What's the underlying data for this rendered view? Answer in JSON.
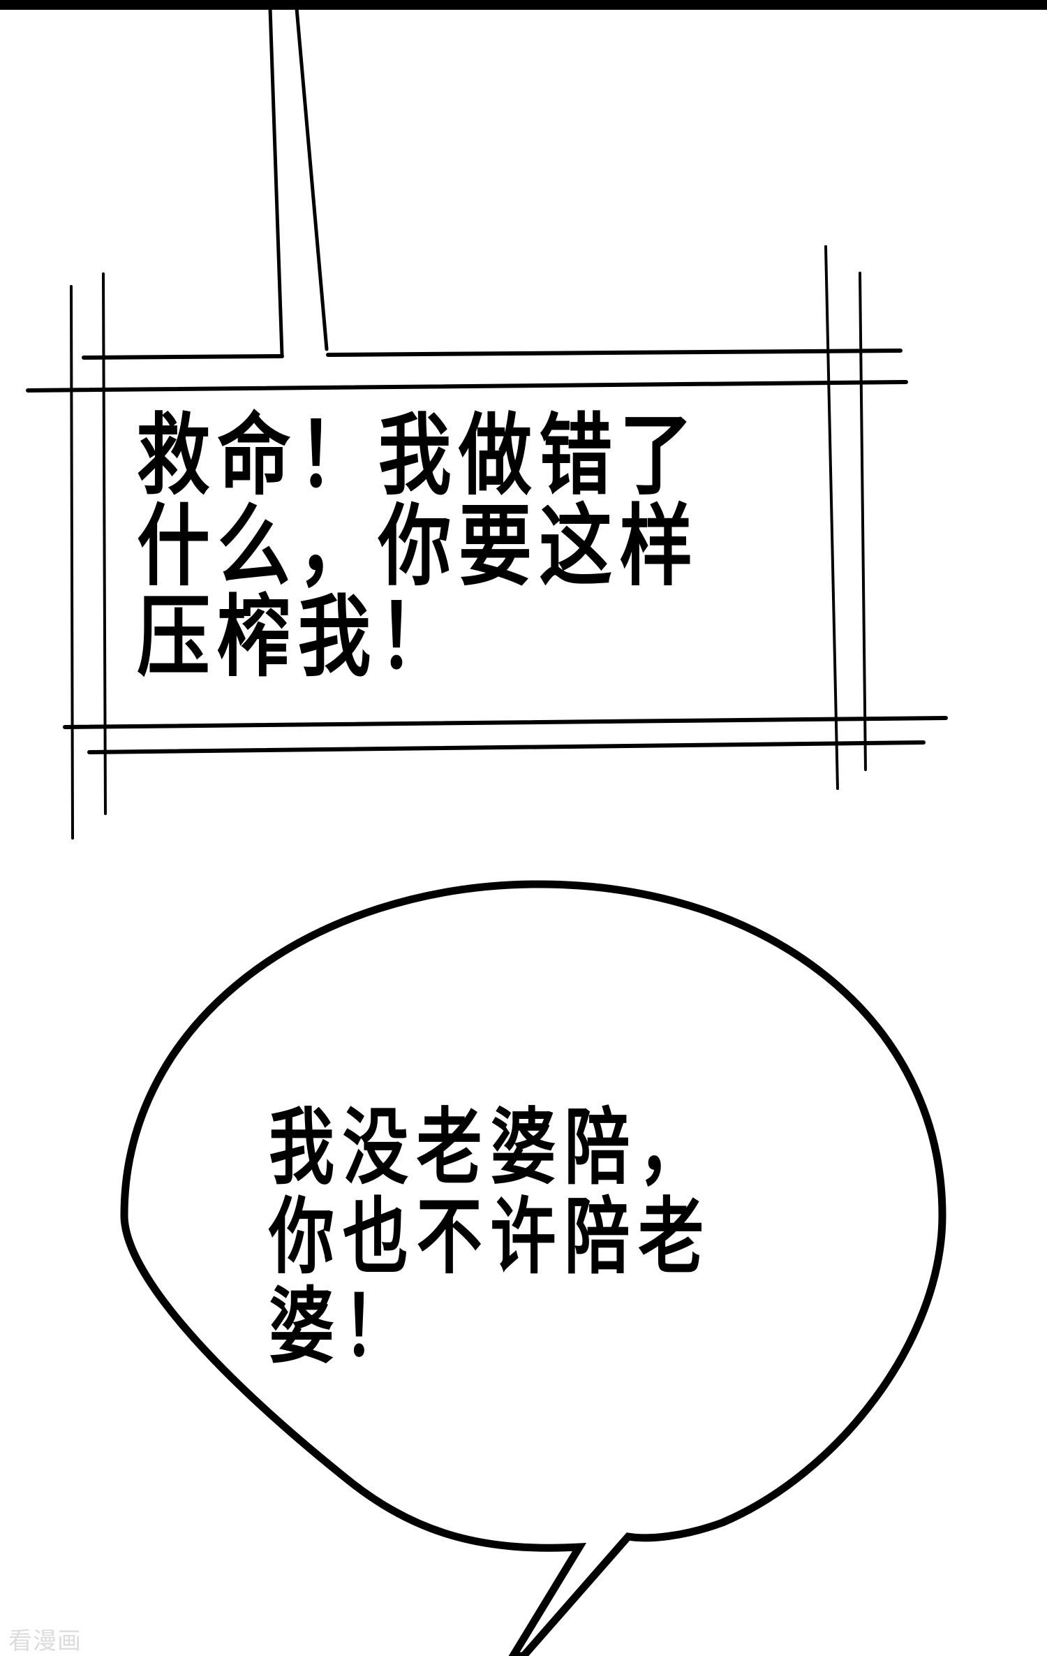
{
  "panel": {
    "top_bar_color": "#000000",
    "background": "#ffffff"
  },
  "caption_box": {
    "lines": [
      "救命！我做错了",
      "什么，你要这样",
      "压榨我！"
    ]
  },
  "speech_bubble": {
    "lines": [
      "我没老婆陪，",
      "你也不许陪老",
      "婆！"
    ]
  },
  "watermark": {
    "text": "看漫画",
    "color": "#dcdcdc"
  }
}
